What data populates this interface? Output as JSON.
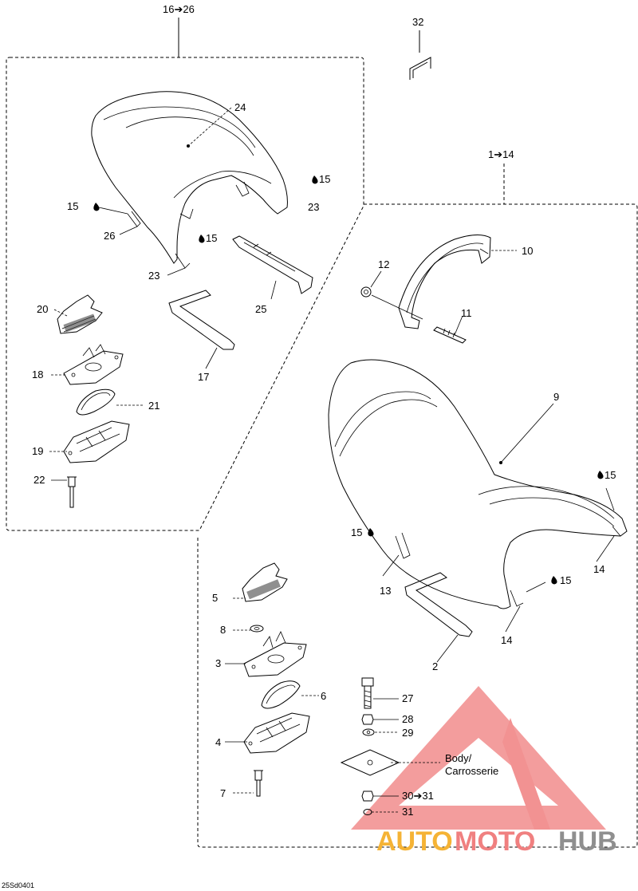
{
  "diagram": {
    "drawing_code": "25Sd0401",
    "group_labels": {
      "upper": "16➔26",
      "lower": "1➔14"
    },
    "part_labels": [
      {
        "key": "p32",
        "text": "32"
      },
      {
        "key": "p24",
        "text": "24"
      },
      {
        "key": "p15a",
        "text": "15"
      },
      {
        "key": "p23a",
        "text": "23"
      },
      {
        "key": "p15b",
        "text": "15"
      },
      {
        "key": "p26",
        "text": "26"
      },
      {
        "key": "p15c",
        "text": "15"
      },
      {
        "key": "p23b",
        "text": "23"
      },
      {
        "key": "p25",
        "text": "25"
      },
      {
        "key": "p20",
        "text": "20"
      },
      {
        "key": "p18",
        "text": "18"
      },
      {
        "key": "p17",
        "text": "17"
      },
      {
        "key": "p21",
        "text": "21"
      },
      {
        "key": "p19",
        "text": "19"
      },
      {
        "key": "p22",
        "text": "22"
      },
      {
        "key": "p10",
        "text": "10"
      },
      {
        "key": "p12",
        "text": "12"
      },
      {
        "key": "p11",
        "text": "11"
      },
      {
        "key": "p9",
        "text": "9"
      },
      {
        "key": "p15d",
        "text": "15"
      },
      {
        "key": "p15e",
        "text": "15"
      },
      {
        "key": "p14a",
        "text": "14"
      },
      {
        "key": "p13",
        "text": "13"
      },
      {
        "key": "p15f",
        "text": "15"
      },
      {
        "key": "p14b",
        "text": "14"
      },
      {
        "key": "p5",
        "text": "5"
      },
      {
        "key": "p8",
        "text": "8"
      },
      {
        "key": "p3",
        "text": "3"
      },
      {
        "key": "p2",
        "text": "2"
      },
      {
        "key": "p6",
        "text": "6"
      },
      {
        "key": "p4",
        "text": "4"
      },
      {
        "key": "p7",
        "text": "7"
      },
      {
        "key": "p27",
        "text": "27"
      },
      {
        "key": "p28",
        "text": "28"
      },
      {
        "key": "p29",
        "text": "29"
      },
      {
        "key": "p30",
        "text": "30➔31"
      },
      {
        "key": "p31",
        "text": "31"
      }
    ],
    "body_label": {
      "line1": "Body/",
      "line2": "Carrosserie"
    }
  },
  "watermark": {
    "part1": "AUTO",
    "part2": "MOTO",
    "part3": "HUB",
    "colors": {
      "accent": "#f08080",
      "orange": "#f5b335",
      "gray": "#8f8f8f"
    }
  }
}
